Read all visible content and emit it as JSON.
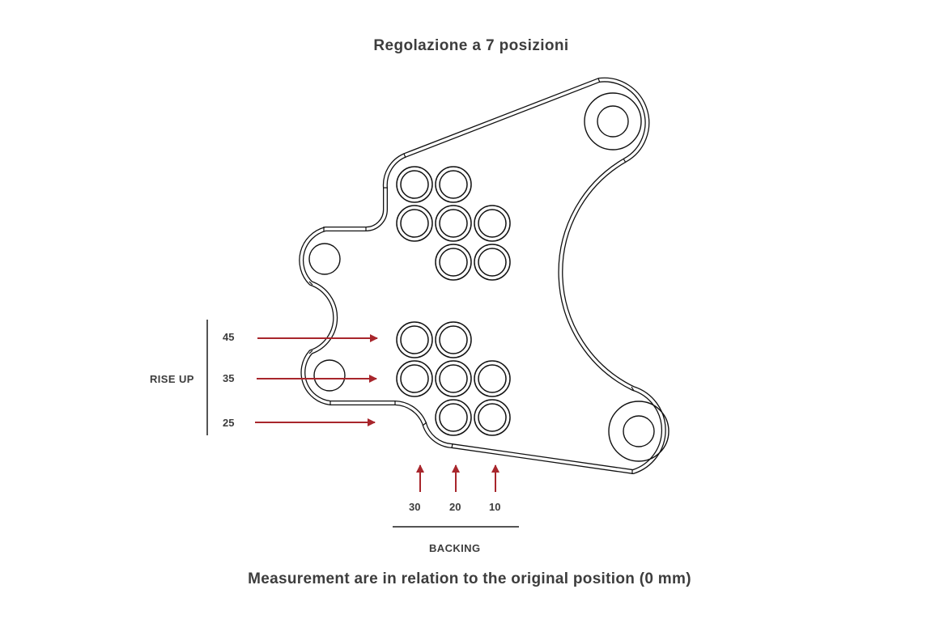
{
  "title": "Regolazione a 7 posizioni",
  "footer": "Measurement are in relation to the original position (0 mm)",
  "colors": {
    "arrow": "#a8262c",
    "text": "#3d3d3d",
    "outline": "#111111"
  },
  "rise_up": {
    "label": "RISE UP",
    "values": [
      "45",
      "35",
      "25"
    ],
    "unit": "mm"
  },
  "backing": {
    "label": "BACKING",
    "values": [
      "30",
      "20",
      "10"
    ],
    "unit": "mm"
  },
  "plate": {
    "adjustment_positions": 7,
    "hole_groups": [
      {
        "name": "upper-hole-group",
        "rows": [
          [
            1,
            1,
            0
          ],
          [
            1,
            1,
            1
          ],
          [
            0,
            1,
            1
          ]
        ]
      },
      {
        "name": "lower-hole-group",
        "rows": [
          [
            1,
            1,
            0
          ],
          [
            1,
            1,
            1
          ],
          [
            0,
            1,
            1
          ]
        ]
      }
    ]
  }
}
